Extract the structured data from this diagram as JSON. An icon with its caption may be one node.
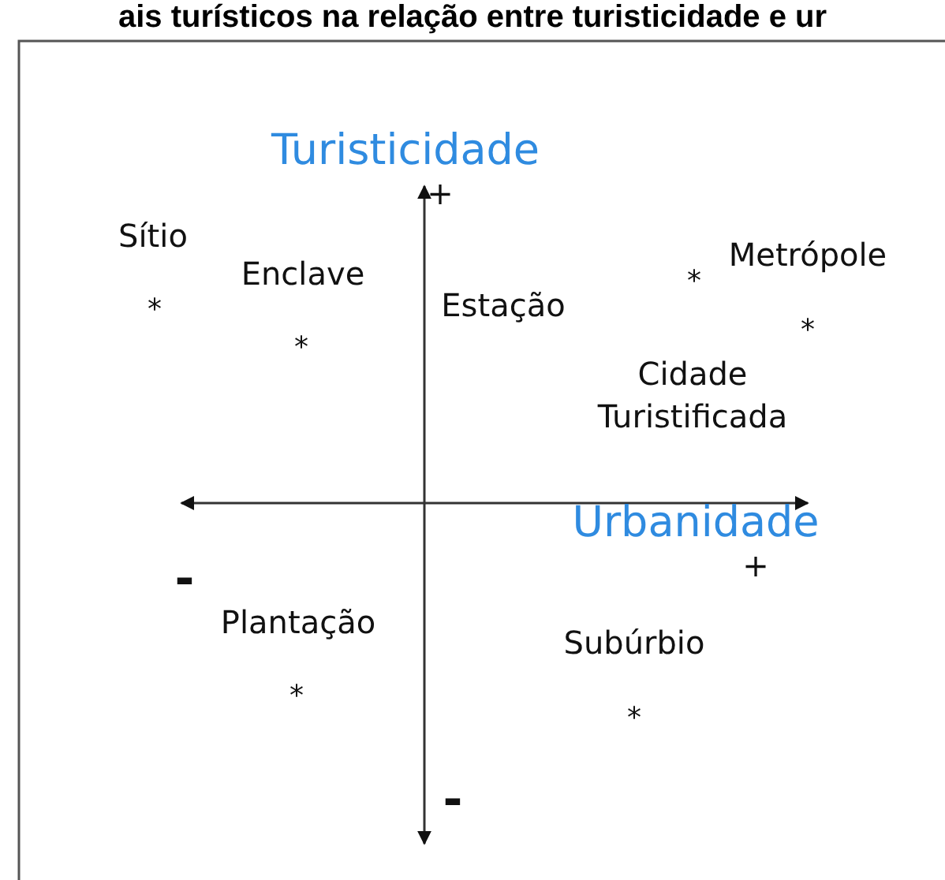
{
  "diagram": {
    "title": "ais turísticos na relação entre turisticidade e ur",
    "labels": [
      "Turisticidade",
      "+",
      "Sítio",
      "Enclave",
      "Metrópole",
      "*",
      "Estação",
      "*",
      "*",
      "*",
      "Cidade Turistificada",
      "Urbanidade",
      "-",
      "+",
      "Plantação",
      "Subúrbio",
      "*",
      "*",
      "-"
    ]
  }
}
